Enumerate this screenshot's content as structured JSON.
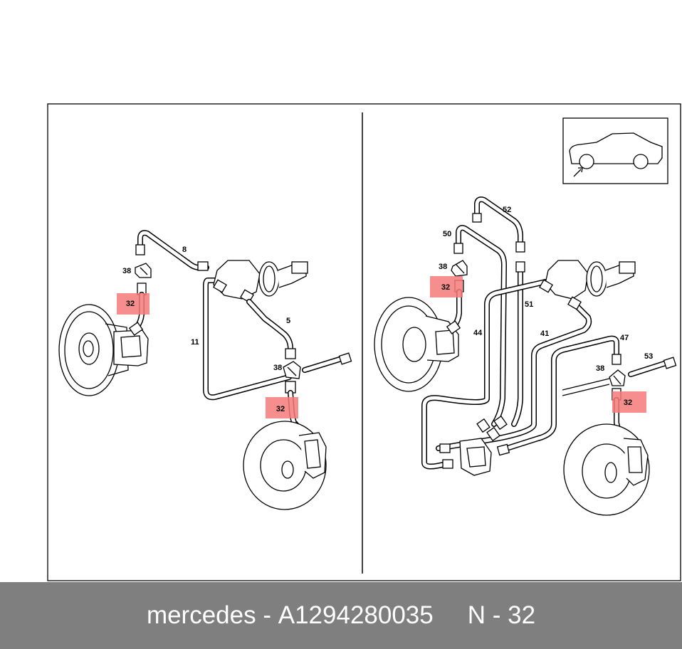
{
  "colors": {
    "footer_background": "#7f7f7f",
    "footer_text": "#ffffff",
    "highlight": "#f47a7a",
    "line": "#000000"
  },
  "diagram": {
    "left_panel": {
      "labels": {
        "l8": "8",
        "l38a": "38",
        "l32a": "32",
        "l11": "11",
        "l5": "5",
        "l38b": "38",
        "l32b": "32"
      }
    },
    "right_panel": {
      "labels": {
        "l52": "52",
        "l50": "50",
        "l38a": "38",
        "l32a": "32",
        "l51": "51",
        "l44": "44",
        "l41": "41",
        "l47": "47",
        "l53": "53",
        "l38b": "38",
        "l32b": "32"
      },
      "inset_icon": "car-rear-wheel-icon"
    }
  },
  "footer": {
    "brand": "mercedes",
    "dash": "-",
    "part_number": "A1294280035",
    "position_code": "N - 32"
  }
}
